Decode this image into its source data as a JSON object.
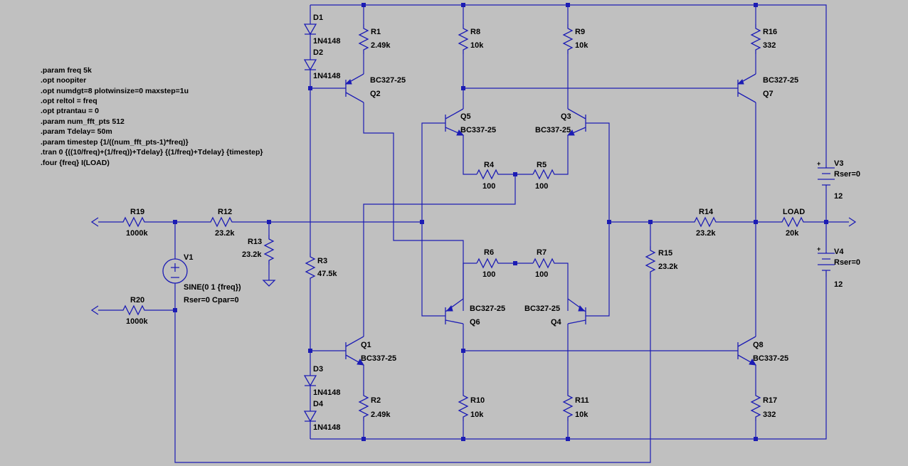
{
  "directives": [
    ".param freq 5k",
    ".opt noopiter",
    ".opt numdgt=8 plotwinsize=0 maxstep=1u",
    ".opt reltol = freq",
    ".opt ptrantau = 0",
    ".param num_fft_pts 512",
    ".param Tdelay= 50m",
    ".param timestep {1/((num_fft_pts-1)*freq)}",
    ".tran 0 {((10/freq)+(1/freq))+Tdelay} {(1/freq)+Tdelay} {timestep}",
    ".four {freq} I(LOAD)"
  ],
  "components": {
    "D1": {
      "name": "D1",
      "value": "1N4148"
    },
    "D2": {
      "name": "D2",
      "value": "1N4148"
    },
    "D3": {
      "name": "D3",
      "value": "1N4148"
    },
    "D4": {
      "name": "D4",
      "value": "1N4148"
    },
    "R1": {
      "name": "R1",
      "value": "2.49k"
    },
    "R2": {
      "name": "R2",
      "value": "2.49k"
    },
    "R3": {
      "name": "R3",
      "value": "47.5k"
    },
    "R4": {
      "name": "R4",
      "value": "100"
    },
    "R5": {
      "name": "R5",
      "value": "100"
    },
    "R6": {
      "name": "R6",
      "value": "100"
    },
    "R7": {
      "name": "R7",
      "value": "100"
    },
    "R8": {
      "name": "R8",
      "value": "10k"
    },
    "R9": {
      "name": "R9",
      "value": "10k"
    },
    "R10": {
      "name": "R10",
      "value": "10k"
    },
    "R11": {
      "name": "R11",
      "value": "10k"
    },
    "R12": {
      "name": "R12",
      "value": "23.2k"
    },
    "R13": {
      "name": "R13",
      "value": "23.2k"
    },
    "R14": {
      "name": "R14",
      "value": "23.2k"
    },
    "R15": {
      "name": "R15",
      "value": "23.2k"
    },
    "R16": {
      "name": "R16",
      "value": "332"
    },
    "R17": {
      "name": "R17",
      "value": "332"
    },
    "R19": {
      "name": "R19",
      "value": "1000k"
    },
    "R20": {
      "name": "R20",
      "value": "1000k"
    },
    "LOAD": {
      "name": "LOAD",
      "value": "20k"
    },
    "Q1": {
      "name": "Q1",
      "value": "BC337-25"
    },
    "Q2": {
      "name": "Q2",
      "value": "BC327-25"
    },
    "Q3": {
      "name": "Q3",
      "value": "BC337-25"
    },
    "Q4": {
      "name": "Q4",
      "value": "BC327-25"
    },
    "Q5": {
      "name": "Q5",
      "value": "BC337-25"
    },
    "Q6": {
      "name": "Q6",
      "value": "BC327-25"
    },
    "Q7": {
      "name": "Q7",
      "value": "BC327-25"
    },
    "Q8": {
      "name": "Q8",
      "value": "BC337-25"
    },
    "V1": {
      "name": "V1",
      "value": "SINE(0 1 {freq})",
      "extra": "Rser=0 Cpar=0"
    },
    "V3": {
      "name": "V3",
      "value": "12",
      "extra": "Rser=0"
    },
    "V4": {
      "name": "V4",
      "value": "12",
      "extra": "Rser=0"
    }
  },
  "colors": {
    "background": "#c0c0c0",
    "wire": "#1c1cb4",
    "text": "#000000"
  }
}
